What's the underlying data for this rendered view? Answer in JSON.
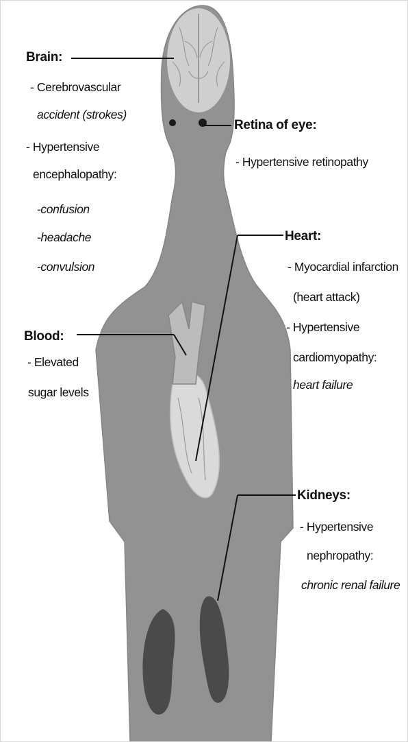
{
  "colors": {
    "body": "#929292",
    "body_edge": "#858585",
    "brain": "#cfcfcf",
    "heart": "#bcbcbc",
    "heart_light": "#dadada",
    "kidney": "#4a4a4a",
    "eye": "#1a1a1a",
    "leader": "#111111",
    "background": "#ffffff"
  },
  "brain": {
    "title": "Brain:",
    "items": [
      "- Cerebrovascular",
      "accident  (strokes)",
      "- Hypertensive",
      "encephalopathy:",
      "-confusion",
      "-headache",
      "-convulsion"
    ]
  },
  "eye": {
    "title": "Retina of eye:",
    "items": [
      "- Hypertensive retinopathy"
    ]
  },
  "heart": {
    "title": "Heart:",
    "items": [
      "- Myocardial infarction",
      "(heart attack)",
      "- Hypertensive",
      "cardiomyopathy:",
      "heart failure"
    ]
  },
  "blood": {
    "title": "Blood:",
    "items": [
      "- Elevated",
      "sugar levels"
    ]
  },
  "kidneys": {
    "title": "Kidneys:",
    "items": [
      "- Hypertensive",
      "nephropathy:",
      "chronic renal failure"
    ]
  }
}
